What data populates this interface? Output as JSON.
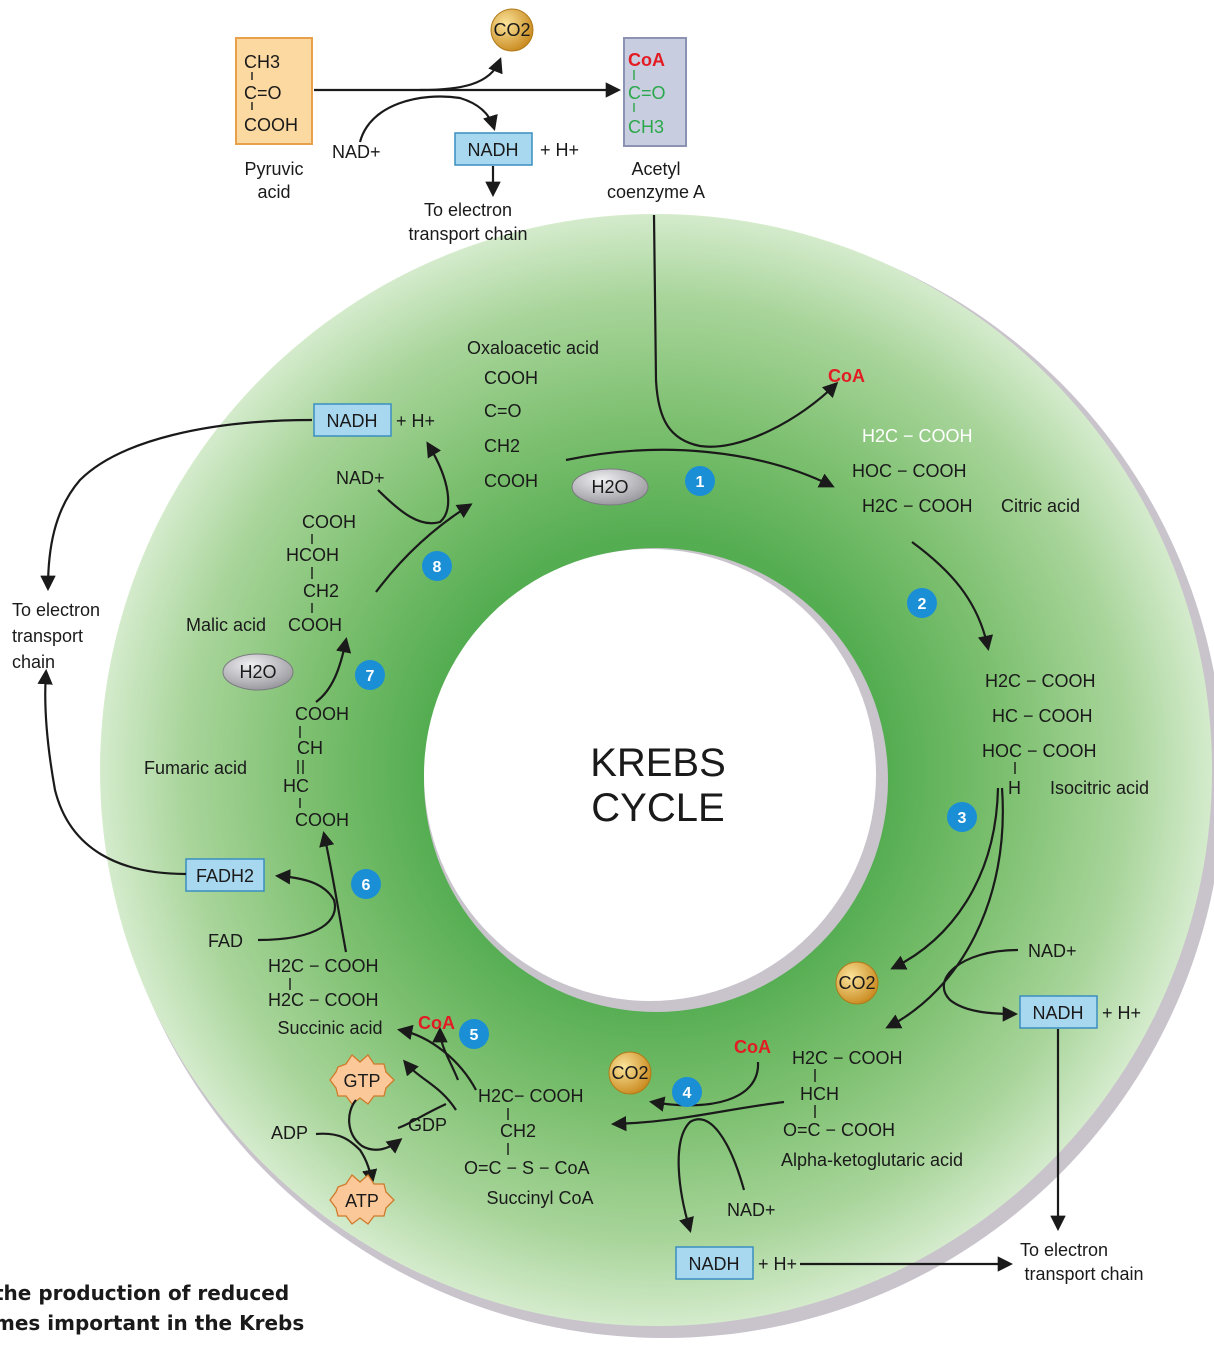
{
  "cycle": {
    "title_line1": "KREBS",
    "title_line2": "CYCLE"
  },
  "top": {
    "pyruvic": {
      "l1": "CH3",
      "l2": "C=O",
      "l3": "COOH",
      "name1": "Pyruvic",
      "name2": "acid"
    },
    "co2": "CO2",
    "nad": "NAD+",
    "nadh": "NADH",
    "h_plus": "+ H+",
    "etc1": "To electron",
    "etc2": "transport chain",
    "acetyl": {
      "l1": "CoA",
      "l2": "C=O",
      "l3": "CH3",
      "name1": "Acetyl",
      "name2": "coenzyme A"
    }
  },
  "molecules": {
    "oxaloacetic": {
      "name": "Oxaloacetic acid",
      "lines": [
        "COOH",
        "C=O",
        "CH2",
        "COOH"
      ]
    },
    "citric": {
      "name": "Citric acid",
      "lines": [
        "H2C − COOH",
        "HOC − COOH",
        "H2C − COOH"
      ]
    },
    "isocitric": {
      "name": "Isocitric acid",
      "lines": [
        "H2C − COOH",
        "HC − COOH",
        "HOC − COOH",
        "H"
      ]
    },
    "alpha": {
      "name": "Alpha-ketoglutaric acid",
      "lines": [
        "H2C − COOH",
        "HCH",
        "O=C − COOH"
      ]
    },
    "succinyl": {
      "name": "Succinyl CoA",
      "lines": [
        "H2C− COOH",
        "CH2",
        "O=C − S − CoA"
      ]
    },
    "succinic": {
      "name": "Succinic acid",
      "lines": [
        "H2C − COOH",
        "H2C − COOH"
      ]
    },
    "fumaric": {
      "name": "Fumaric acid",
      "lines": [
        "COOH",
        "CH",
        "HC",
        "COOH"
      ]
    },
    "malic": {
      "name": "Malic acid",
      "lines": [
        "COOH",
        "HCOH",
        "CH2",
        "COOH"
      ]
    }
  },
  "cofactors": {
    "coa": "CoA",
    "h2o": "H2O",
    "co2": "CO2",
    "nad": "NAD+",
    "nadh": "NADH",
    "h_plus": "+ H+",
    "fad": "FAD",
    "fadh2": "FADH2",
    "gtp": "GTP",
    "gdp": "GDP",
    "adp": "ADP",
    "atp": "ATP"
  },
  "etc_left": [
    "To electron",
    "transport",
    "chain"
  ],
  "etc_right": [
    "To electron",
    "transport chain"
  ],
  "steps": [
    "1",
    "2",
    "3",
    "4",
    "5",
    "6",
    "7",
    "8"
  ],
  "caption": {
    "line1": "the production of reduced",
    "line2": "mes important in the Krebs"
  },
  "colors": {
    "ring_light": "#cfe6c6",
    "ring_dark": "#6dbb68",
    "ring_shadow": "#c9c4cc",
    "step_blue": "#1b8fd6",
    "nadh_box": "#a8d8f0",
    "coa_red": "#e31b23",
    "pyruvic_box": "#fcd9a0",
    "acetyl_box": "#c9cde0",
    "co2_gold": "#e6a93c",
    "h2o_gray": "#a9a9ae",
    "gtp_orange": "#fbc89a"
  }
}
